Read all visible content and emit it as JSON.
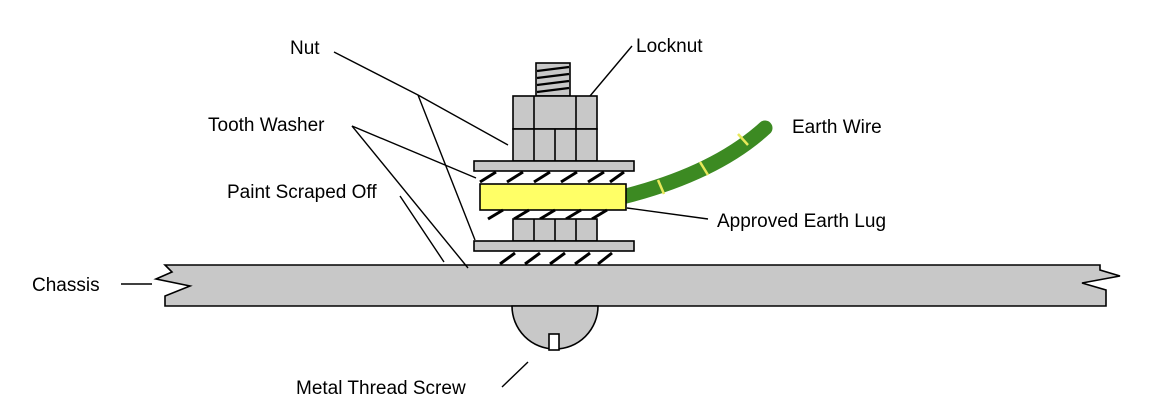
{
  "labels": {
    "nut": "Nut",
    "locknut": "Locknut",
    "tooth_washer": "Tooth Washer",
    "earth_wire": "Earth Wire",
    "paint_scraped_off": "Paint Scraped Off",
    "approved_earth_lug": "Approved Earth Lug",
    "chassis": "Chassis",
    "metal_thread_screw": "Metal Thread Screw"
  },
  "colors": {
    "metal": "#c8c8c8",
    "lug": "#ffff66",
    "wire": "#3c8a22",
    "wire_stripe": "#e8e85a",
    "line": "#000000"
  }
}
